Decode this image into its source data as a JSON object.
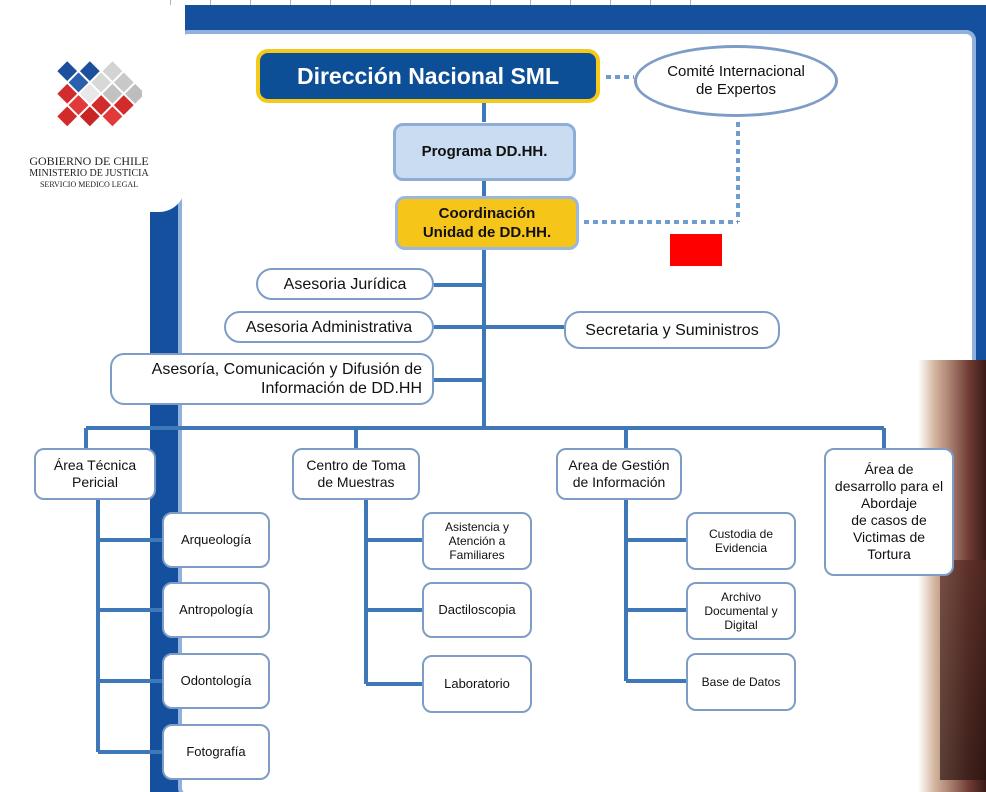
{
  "logo": {
    "line1": "GOBIERNO DE CHILE",
    "line2": "MINISTERIO DE JUSTICIA",
    "line3": "SERVICIO MEDICO LEGAL"
  },
  "org": {
    "top": "Dirección Nacional SML",
    "committee": [
      "Comité Internacional",
      "de Expertos"
    ],
    "program": "Programa DD.HH.",
    "coordination": [
      "Coordinación",
      "Unidad de DD.HH."
    ],
    "advisory_legal": "Asesoria Jurídica",
    "advisory_admin": "Asesoria Administrativa",
    "secretaria": "Secretaria y Suministros",
    "advisory_comm": [
      "Asesoría, Comunicación y Difusión de",
      "Información de DD.HH"
    ]
  },
  "areas": [
    {
      "title": [
        "Área Técnica",
        "Pericial"
      ],
      "children": [
        [
          "Arqueología"
        ],
        [
          "Antropología"
        ],
        [
          "Odontología"
        ],
        [
          "Fotografía"
        ]
      ]
    },
    {
      "title": [
        "Centro de Toma",
        "de Muestras"
      ],
      "children": [
        [
          "Asistencia  y",
          "Atención a",
          "Familiares"
        ],
        [
          "Dactiloscopia"
        ],
        [
          "Laboratorio"
        ]
      ]
    },
    {
      "title": [
        "Area de Gestión",
        "de Información"
      ],
      "children": [
        [
          "Custodia de",
          "Evidencia"
        ],
        [
          "Archivo",
          "Documental y",
          "Digital"
        ],
        [
          "Base de Datos"
        ]
      ]
    },
    {
      "title": [
        "Área de",
        "desarrollo para el",
        "Abordaje",
        "de casos de",
        "Victimas de",
        "Tortura"
      ],
      "children": []
    }
  ],
  "colors": {
    "frame_blue": "#14509e",
    "connector": "#3f78b8",
    "top_fill": "#0d4f96",
    "top_border": "#f4c91a",
    "program_fill": "#c9dcf1",
    "coord_fill": "#f6c51a",
    "marker_red": "#ff0000"
  }
}
